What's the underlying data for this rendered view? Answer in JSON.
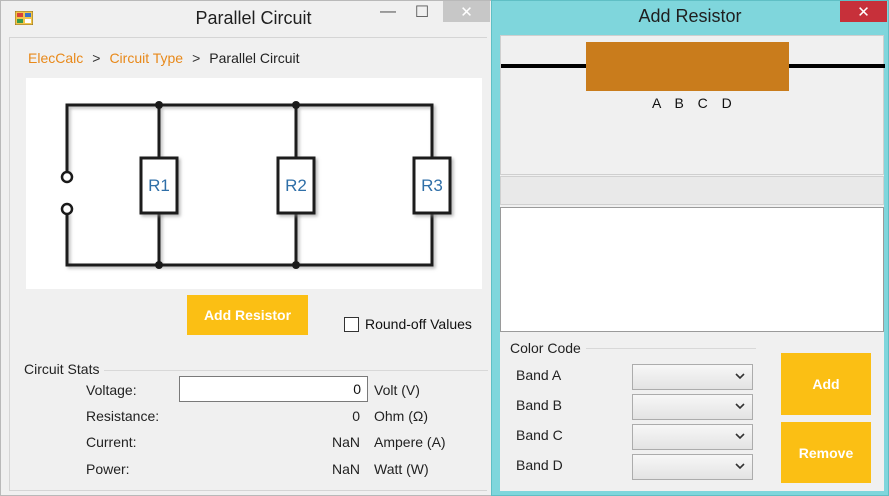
{
  "main_window": {
    "title": "Parallel Circuit",
    "controls": {
      "minimize": "—",
      "maximize": "☐",
      "close": "✕"
    }
  },
  "breadcrumb": {
    "items": [
      {
        "label": "ElecCalc",
        "link": true
      },
      {
        "label": "Circuit Type",
        "link": true
      },
      {
        "label": "Parallel Circuit",
        "link": false
      }
    ],
    "separator": ">"
  },
  "diagram": {
    "resistors": [
      "R1",
      "R2",
      "R3"
    ]
  },
  "actions": {
    "add_resistor_label": "Add Resistor",
    "roundoff_label": "Round-off Values",
    "roundoff_checked": false
  },
  "circuit_stats": {
    "title": "Circuit Stats",
    "voltage": {
      "label": "Voltage:",
      "value": "0",
      "unit": "Volt (V)"
    },
    "resistance": {
      "label": "Resistance:",
      "value": "0",
      "unit": "Ohm (Ω)"
    },
    "current": {
      "label": "Current:",
      "value": "NaN",
      "unit": "Ampere (A)"
    },
    "power": {
      "label": "Power:",
      "value": "NaN",
      "unit": "Watt (W)"
    }
  },
  "dialog": {
    "title": "Add Resistor",
    "close": "✕",
    "band_letters": "A B C D",
    "color_code": {
      "title": "Color Code",
      "bands": [
        {
          "label": "Band A",
          "selected": ""
        },
        {
          "label": "Band B",
          "selected": ""
        },
        {
          "label": "Band C",
          "selected": ""
        },
        {
          "label": "Band D",
          "selected": ""
        }
      ]
    },
    "add_label": "Add",
    "remove_label": "Remove"
  },
  "colors": {
    "accent_button": "#fbbf14",
    "link": "#e8891a",
    "resistor_body": "#c97c1c",
    "dialog_frame": "#7fd6dc",
    "close_red": "#c7303a"
  }
}
